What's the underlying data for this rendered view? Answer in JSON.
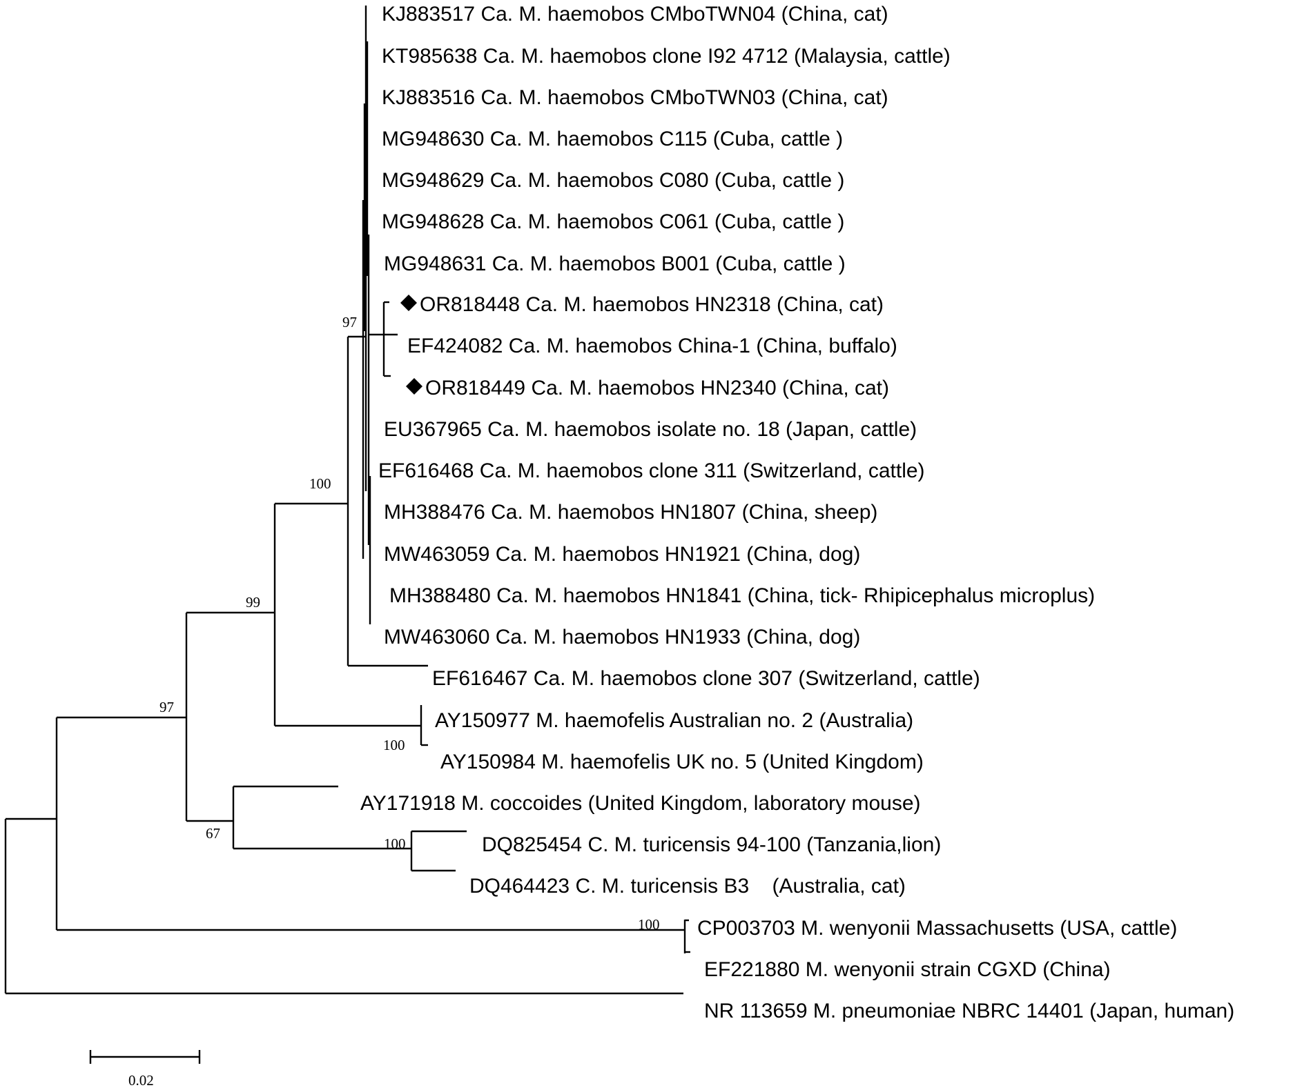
{
  "tree": {
    "taxa": [
      "KJ883517 Ca. M. haemobos CMboTWN04 (China, cat)",
      "KT985638 Ca. M. haemobos clone I92 4712 (Malaysia, cattle)",
      "KJ883516 Ca. M. haemobos CMboTWN03 (China, cat)",
      "MG948630 Ca. M. haemobos C115 (Cuba, cattle )",
      "MG948629 Ca. M. haemobos C080 (Cuba, cattle )",
      "MG948628 Ca. M. haemobos C061 (Cuba, cattle )",
      "MG948631 Ca. M. haemobos B001 (Cuba, cattle )",
      "OR818448 Ca. M. haemobos HN2318 (China, cat)",
      "EF424082 Ca. M. haemobos China-1 (China, buffalo)",
      "OR818449 Ca. M. haemobos HN2340 (China, cat)",
      "EU367965 Ca. M. haemobos isolate no. 18 (Japan, cattle)",
      "EF616468 Ca. M. haemobos clone 311 (Switzerland, cattle)",
      "MH388476 Ca. M. haemobos HN1807 (China, sheep)",
      "MW463059 Ca. M. haemobos HN1921 (China, dog)",
      "MH388480 Ca. M. haemobos HN1841 (China, tick- Rhipicephalus microplus)",
      "MW463060 Ca. M. haemobos HN1933 (China, dog)",
      "EF616467 Ca. M. haemobos clone 307 (Switzerland, cattle)",
      "AY150977 M. haemofelis Australian no. 2 (Australia)",
      "AY150984 M. haemofelis UK no. 5 (United Kingdom)",
      "AY171918 M. coccoides (United Kingdom, laboratory mouse)",
      "DQ825454 C. M. turicensis 94-100 (Tanzania,lion)",
      "DQ464423 C. M. turicensis B3    (Australia, cat)",
      "CP003703 M. wenyonii Massachusetts (USA, cattle)",
      "EF221880 M. wenyonii strain CGXD (China)",
      "NR 113659 M. pneumoniae NBRC 14401 (Japan, human)"
    ],
    "highlighted_taxa": [
      7,
      9
    ],
    "marker_shape": "diamond",
    "bootstrap": [
      "97",
      "100",
      "99",
      "97",
      "100",
      "67",
      "100",
      "100"
    ],
    "scale_bar_label": "0.02"
  }
}
